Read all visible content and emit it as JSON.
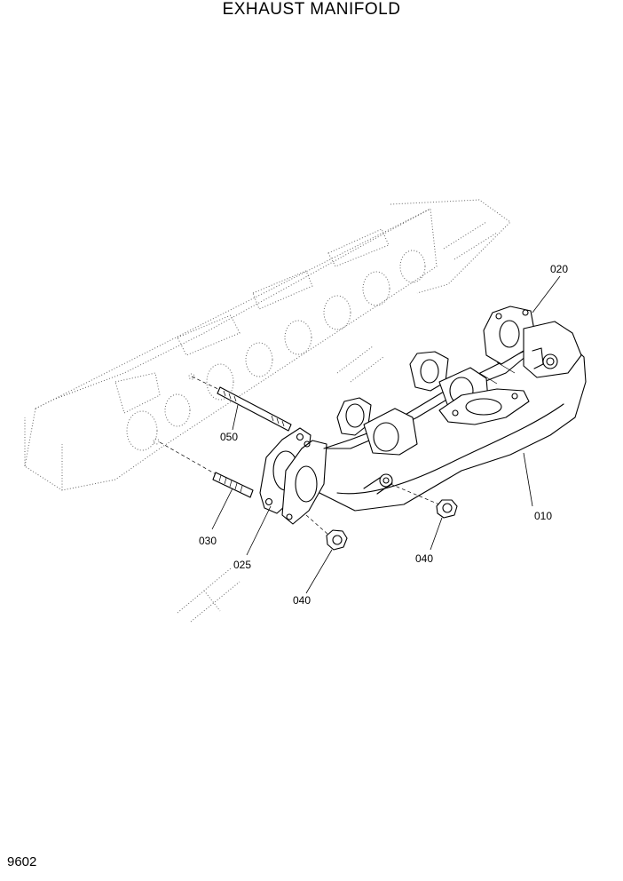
{
  "header": {
    "title": "EXHAUST MANIFOLD"
  },
  "footer": {
    "page_number": "9602"
  },
  "callouts": {
    "c010": "010",
    "c020": "020",
    "c025": "025",
    "c030": "030",
    "c040a": "040",
    "c040b": "040",
    "c050": "050"
  }
}
